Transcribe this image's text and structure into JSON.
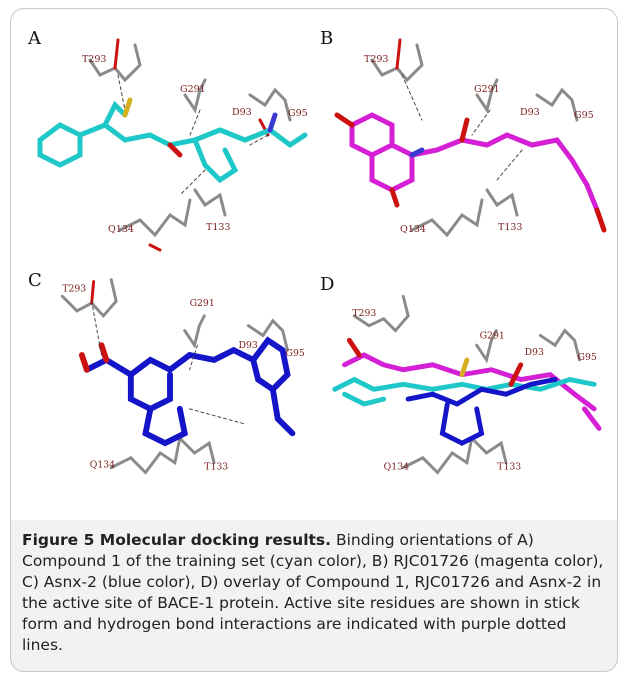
{
  "panels": [
    {
      "label": "A",
      "residues": [
        "T293",
        "G291",
        "D93",
        "G95",
        "Q134",
        "T133"
      ],
      "ligand_color": "#1fc8c8"
    },
    {
      "label": "B",
      "residues": [
        "T293",
        "G291",
        "D93",
        "G95",
        "Q134",
        "T133"
      ],
      "ligand_color": "#d41fd4"
    },
    {
      "label": "C",
      "residues": [
        "T293",
        "G291",
        "D93",
        "G95",
        "Q134",
        "T133"
      ],
      "ligand_color": "#1414c8"
    },
    {
      "label": "D",
      "residues": [
        "T293",
        "G291",
        "D93",
        "G95",
        "Q134",
        "T133"
      ],
      "ligand_color": "#888888"
    }
  ],
  "caption": {
    "title": "Figure 5 Molecular docking results.",
    "text": " Binding orientations of A) Compound 1 of the training set (cyan color), B) RJC01726 (magenta color), C) Asnx-2 (blue color), D) overlay of Compound 1, RJC01726 and Asnx-2 in the active site of BACE-1 protein. Active site residues are shown in stick form and hydrogen bond interactions are indicated with purple dotted lines."
  },
  "colors": {
    "cyan": "#1fc8c8",
    "magenta": "#d41fd4",
    "blue": "#1414c8",
    "protein": "#8a8a8a",
    "oxygen": "#cc1111",
    "nitrogen": "#3a3ad0"
  }
}
